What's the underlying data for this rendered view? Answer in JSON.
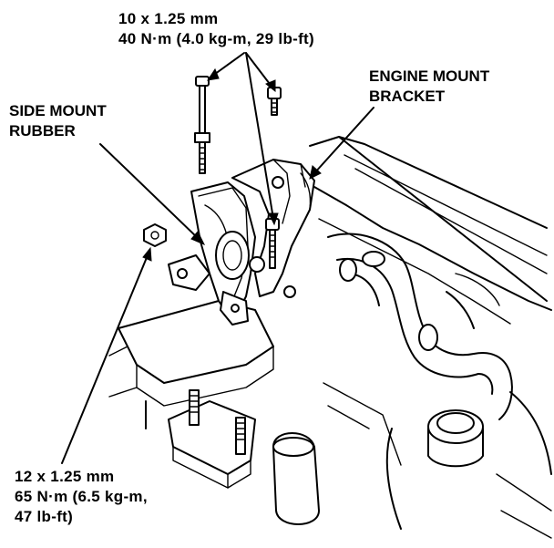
{
  "labels": {
    "top_bolt_size": "10 x 1.25 mm",
    "top_bolt_torque": "40 N·m (4.0 kg-m, 29 lb-ft)",
    "engine_mount_bracket_line1": "ENGINE MOUNT",
    "engine_mount_bracket_line2": "BRACKET",
    "side_mount_rubber_line1": "SIDE MOUNT",
    "side_mount_rubber_line2": "RUBBER",
    "bottom_nut_size": "12 x 1.25 mm",
    "bottom_nut_torque_line1": "65 N·m (6.5 kg-m,",
    "bottom_nut_torque_line2": "47 lb-ft)"
  }
}
